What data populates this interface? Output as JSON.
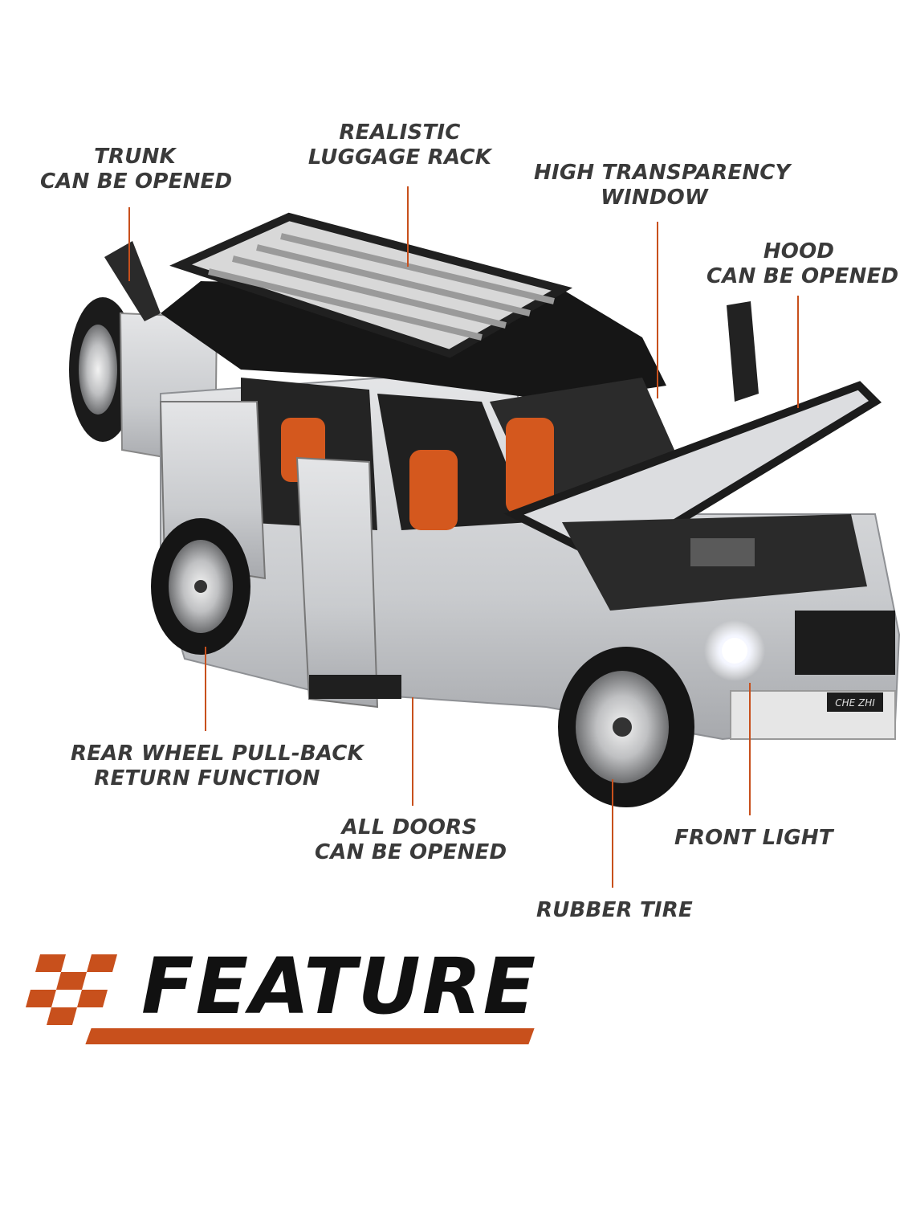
{
  "labels": {
    "trunk": [
      "TRUNK",
      "CAN BE OPENED"
    ],
    "luggage_rack": [
      "REALISTIC",
      "LUGGAGE RACK"
    ],
    "window": [
      "HIGH TRANSPARENCY",
      "WINDOW"
    ],
    "hood": [
      "HOOD",
      "CAN BE OPENED"
    ],
    "rear_wheel": [
      "REAR WHEEL PULL-BACK",
      "RETURN FUNCTION"
    ],
    "doors": [
      "ALL DOORS",
      "CAN BE OPENED"
    ],
    "front_light": [
      "FRONT LIGHT"
    ],
    "tire": [
      "RUBBER TIRE"
    ]
  },
  "banner": {
    "title": "FEATURE"
  },
  "plate_text": "CHE ZHI",
  "colors": {
    "accent": "#c8501c",
    "text": "#3a3a3a",
    "body_silver": "#cfd1d4",
    "roof_black": "#1a1a1a",
    "interior_orange": "#d4581e"
  }
}
